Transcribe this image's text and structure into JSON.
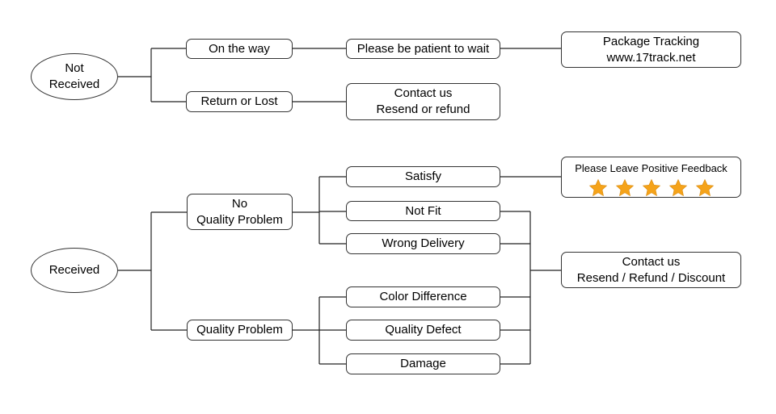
{
  "not_received": {
    "root": [
      "Not",
      "Received"
    ],
    "on_the_way": "On the way",
    "return_or_lost": "Return or Lost",
    "wait": "Please be patient to wait",
    "tracking": [
      "Package Tracking",
      "www.17track.net"
    ],
    "contact": [
      "Contact us",
      "Resend or refund"
    ]
  },
  "received": {
    "root": "Received",
    "no_quality_problem": [
      "No",
      "Quality Problem"
    ],
    "quality_problem": "Quality Problem",
    "satisfy": "Satisfy",
    "not_fit": "Not Fit",
    "wrong_delivery": "Wrong Delivery",
    "color_difference": "Color Difference",
    "quality_defect": "Quality Defect",
    "damage": "Damage",
    "feedback": {
      "text": "Please Leave Positive Feedback",
      "stars": 5,
      "star_color": "#f5a31a"
    },
    "contact": [
      "Contact us",
      "Resend / Refund / Discount"
    ]
  }
}
